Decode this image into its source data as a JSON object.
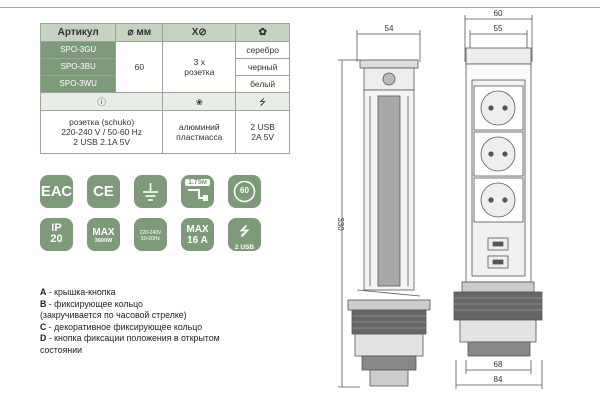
{
  "table": {
    "headers": [
      "Артикул",
      "мм",
      "Х",
      ""
    ],
    "articles": [
      "SPO-3GU",
      "SPO-3BU",
      "SPO-3WU"
    ],
    "size": "60",
    "sockets_count": "3 х",
    "sockets_label": "розетка",
    "colors": [
      "серебро",
      "черный",
      "белый"
    ],
    "socket_spec": [
      "розетка (schuko)",
      "220-240 V / 50-60 Hz",
      "2 USB  2.1A 5V"
    ],
    "material": [
      "алюминий",
      "пластмасса"
    ],
    "usb_spec": [
      "2 USB",
      "2A 5V"
    ]
  },
  "badges": {
    "eac": "ЕАС",
    "ce": "CE",
    "cable": "1.75м",
    "angle": "60",
    "ip": [
      "IP",
      "20"
    ],
    "max_power": [
      "MAX",
      "3600W"
    ],
    "voltage": [
      "220-240V",
      "50-60Hz"
    ],
    "max_current": [
      "MAX",
      "16 A"
    ],
    "usb": "2 USB"
  },
  "legend": [
    {
      "key": "А",
      "text": " - крышка-кнопка"
    },
    {
      "key": "В",
      "text": " - фиксирующее кольцо"
    },
    {
      "key": "",
      "text": "(закручивается по часовой стрелке)"
    },
    {
      "key": "С",
      "text": " - декоративное фиксирующее кольцо"
    },
    {
      "key": "D",
      "text": " - кнопка фиксации положения в открытом"
    },
    {
      "key": "",
      "text": "состоянии"
    }
  ],
  "dimensions": {
    "top_width": "54",
    "height": "330",
    "body_outer": "60",
    "body_inner": "55",
    "base_inner": "68",
    "base_outer": "84"
  },
  "colors": {
    "accent_green": "#7f9a7b",
    "light_green": "#c7d2c2"
  }
}
